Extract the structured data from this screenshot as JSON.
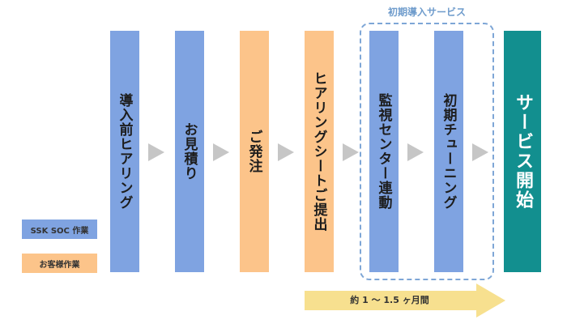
{
  "legend": {
    "ssk": "SSK SOC 作業",
    "customer": "お客様作業"
  },
  "colors": {
    "ssk": "#7fa3e1",
    "customer": "#fcc48a",
    "start": "#128f8f",
    "arrow": "#c6c6c6",
    "timeline": "#f7e08f"
  },
  "steps": [
    {
      "label": "導入前ヒアリング"
    },
    {
      "label": "お見積り"
    },
    {
      "label": "ご発注"
    },
    {
      "label": "ヒアリングシートご提出"
    },
    {
      "label": "監視センター連動"
    },
    {
      "label": "初期チューニング"
    },
    {
      "label": "サービス開始"
    }
  ],
  "group": {
    "title": "初期導入サービス"
  },
  "timeline": {
    "label": "約 1 ～ 1.5 ヶ月間"
  }
}
